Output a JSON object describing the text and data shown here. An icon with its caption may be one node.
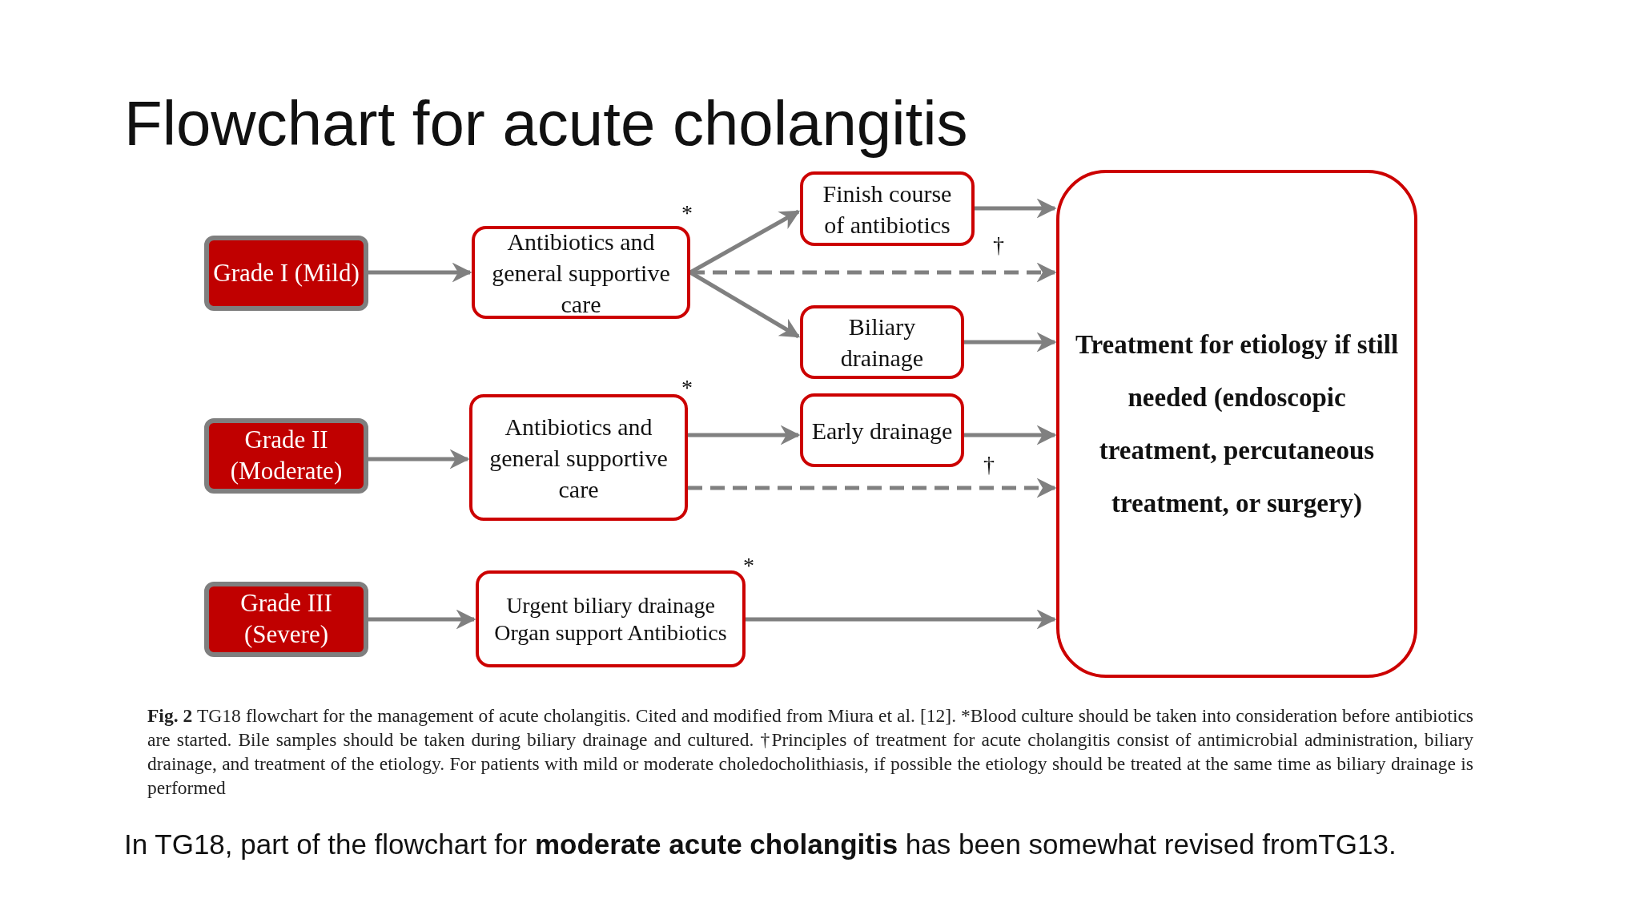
{
  "diagram": {
    "title": "Flowchart for acute cholangitis",
    "nodes": [
      {
        "text": [
          "Grade I (Mild)"
        ]
      },
      {
        "text": [
          "Grade II (Moderate)"
        ]
      },
      {
        "text": [
          "Grade III (Severe)"
        ]
      },
      {
        "text": [
          "Antibiotics and general supportive care"
        ],
        "beside": [
          "*"
        ]
      },
      {
        "text": [
          "Finish course of antibiotics"
        ]
      },
      {
        "text": [
          "Biliary drainage"
        ]
      },
      {
        "text": [
          "Antibiotics and general supportive care"
        ],
        "beside": [
          "*"
        ]
      },
      {
        "text": [
          "Early drainage"
        ]
      },
      {
        "text": [
          "Urgent biliary drainage Organ support Antibiotics"
        ],
        "beside": [
          "*"
        ]
      },
      {
        "text": [
          "Treatment for etiology if still needed (endoscopic treatment, percutaneous treatment, or surgery)"
        ]
      }
    ],
    "edges": [
      {
        "from": 0,
        "to": 3,
        "arrow": "to"
      },
      {
        "from": 3,
        "to": 4,
        "arrow": "to"
      },
      {
        "from": 3,
        "to": 9,
        "arrow": "to",
        "style": "dashed"
      },
      {
        "from": 3,
        "to": 5,
        "arrow": "to"
      },
      {
        "from": 4,
        "to": 9,
        "arrow": "to"
      },
      {
        "from": 5,
        "to": 9,
        "arrow": "to"
      },
      {
        "from": 1,
        "to": 6,
        "arrow": "to"
      },
      {
        "from": 6,
        "to": 7,
        "arrow": "to"
      },
      {
        "from": 7,
        "to": 9,
        "arrow": "to"
      },
      {
        "from": 6,
        "to": 9,
        "arrow": "to",
        "style": "dashed"
      },
      {
        "from": 2,
        "to": 8,
        "arrow": "to"
      },
      {
        "from": 8,
        "to": 9,
        "arrow": "to"
      }
    ],
    "labels": [
      "†",
      "†",
      "In TG18, part of the flowchart for **moderate acute cholangitis** has been somewhat revised fromTG13."
    ],
    "caption": "**Fig. 2** TG18 flowchart for the management of acute cholangitis. Cited and modified from Miura et al. [12]. *Blood culture should be taken into consideration before antibiotics are started. Bile samples should be taken during biliary drainage and cultured. †Principles of treatment for acute cholangitis consist of antimicrobial administration, biliary drainage, and treatment of the etiology. For patients with mild or moderate choledocholithiasis, if possible the etiology should be treated at the same time as biliary drainage is performed"
  }
}
